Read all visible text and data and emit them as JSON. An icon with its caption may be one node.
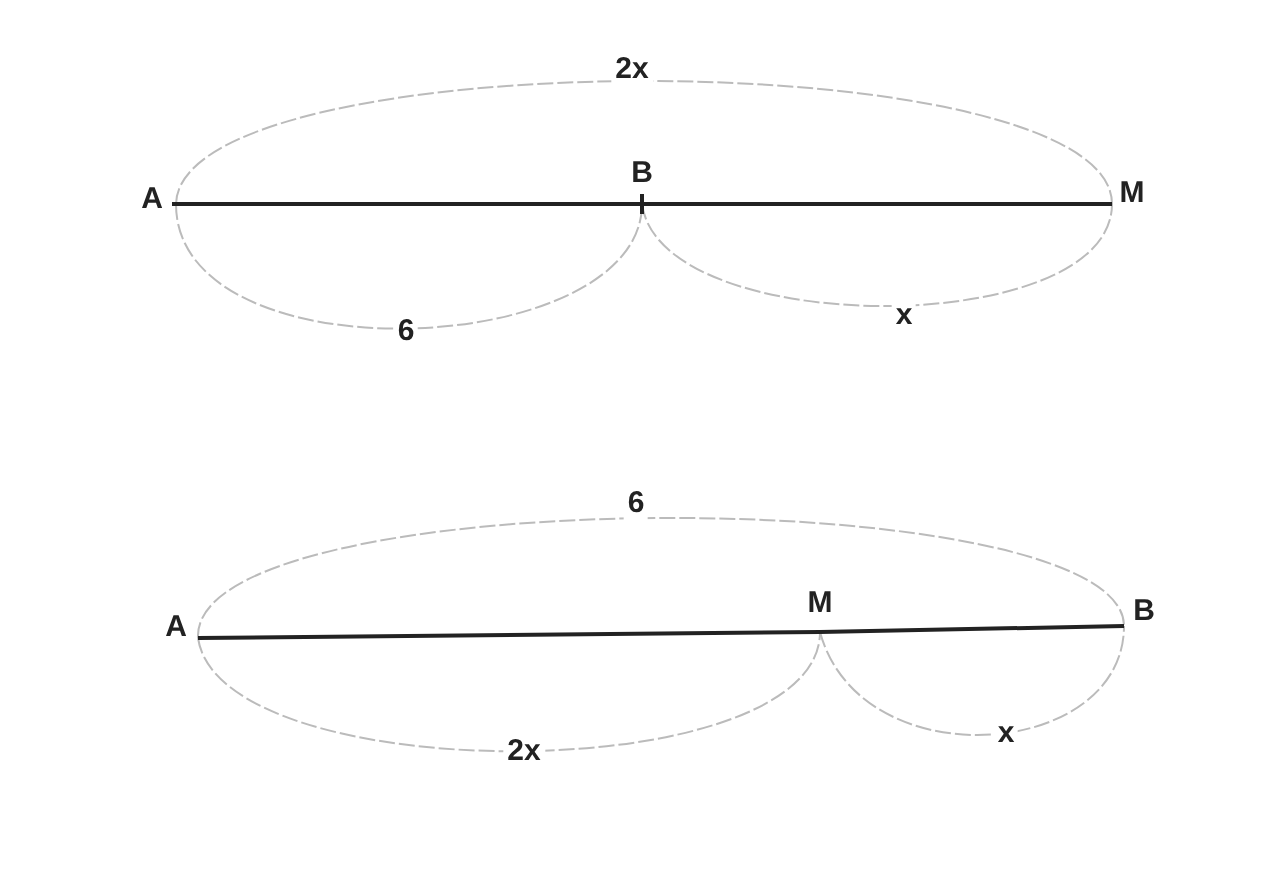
{
  "diagram": {
    "nodes": [
      {
        "text": [
          "A"
        ]
      },
      {
        "text": [
          "B"
        ]
      },
      {
        "text": [
          "M"
        ]
      },
      {
        "text": [
          "A"
        ]
      },
      {
        "text": [
          "M"
        ]
      },
      {
        "text": [
          "B"
        ]
      }
    ],
    "edges": [
      {
        "from": 0,
        "to": 1,
        "arrow": "none"
      },
      {
        "from": 1,
        "to": 2,
        "arrow": "none"
      },
      {
        "from": 3,
        "to": 4,
        "arrow": "none"
      },
      {
        "from": 4,
        "to": 5,
        "arrow": "none"
      }
    ],
    "labels": [
      "2x",
      "6",
      "x",
      "6",
      "2x",
      "x"
    ]
  }
}
